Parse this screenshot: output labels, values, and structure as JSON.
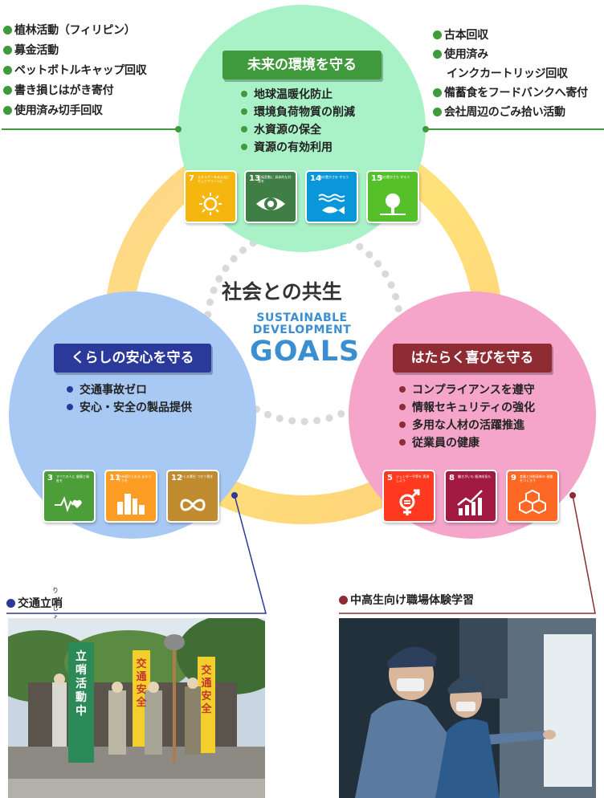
{
  "center": {
    "title": "社会との共生",
    "sdg_line1": "SUSTAINABLE",
    "sdg_line2": "DEVELOPMENT",
    "sdg_goals": "GOALS"
  },
  "top_left_list": [
    "植林活動（フィリピン）",
    "募金活動",
    "ペットボトルキャップ回収",
    "書き損じはがき寄付",
    "使用済み切手回収"
  ],
  "top_right_list": [
    "古本回収",
    "使用済み",
    "インクカートリッジ回収",
    "備蓄食をフードバンクへ寄付",
    "会社周辺のごみ拾い活動"
  ],
  "environment": {
    "title": "未来の環境を守る",
    "items": [
      "地球温暖化防止",
      "環境負荷物質の削減",
      "水資源の保全",
      "資源の有効利用"
    ],
    "color": "#3e9a3a",
    "circle_color": "#a9f2c8",
    "goals": [
      {
        "num": "7",
        "text": "エネルギーをみんなに そしてクリーンに",
        "color": "#f5b70f",
        "icon": "sun-icon"
      },
      {
        "num": "13",
        "text": "気候変動に 具体的な対策を",
        "color": "#3f7e44",
        "icon": "eye-earth-icon"
      },
      {
        "num": "14",
        "text": "海の豊かさを 守ろう",
        "color": "#0a97d9",
        "icon": "fish-icon"
      },
      {
        "num": "15",
        "text": "陸の豊かさも 守ろう",
        "color": "#56c02b",
        "icon": "tree-icon"
      }
    ]
  },
  "life": {
    "title": "くらしの安心を守る",
    "items": [
      "交通事故ゼロ",
      "安心・安全の製品提供"
    ],
    "color": "#2b3a9a",
    "circle_color": "#a9c9f5",
    "goals": [
      {
        "num": "3",
        "text": "すべての人に 健康と福祉を",
        "color": "#4c9f38",
        "icon": "heartbeat-icon"
      },
      {
        "num": "11",
        "text": "住み続けられる まちづくりを",
        "color": "#fd9d24",
        "icon": "city-icon"
      },
      {
        "num": "12",
        "text": "つくる責任 つかう責任",
        "color": "#bf8b2e",
        "icon": "infinity-icon"
      }
    ]
  },
  "work": {
    "title": "はたらく喜びを守る",
    "items": [
      "コンプライアンスを遵守",
      "情報セキュリティの強化",
      "多用な人材の活躍推進",
      "従業員の健康"
    ],
    "color": "#8e2b33",
    "circle_color": "#f5a5c9",
    "goals": [
      {
        "num": "5",
        "text": "ジェンダー平等を 実現しよう",
        "color": "#ff3a21",
        "icon": "gender-icon"
      },
      {
        "num": "8",
        "text": "働きがいも 経済成長も",
        "color": "#a21942",
        "icon": "growth-chart-icon"
      },
      {
        "num": "9",
        "text": "産業と技術革新の 基盤をつくろう",
        "color": "#fd6925",
        "icon": "cubes-icon"
      }
    ]
  },
  "photos": {
    "left_label": "交通立哨",
    "left_ruby": "りっしょう",
    "left_banner1": "立哨活動中",
    "left_banner2": "交通安全",
    "left_banner3": "交通安全",
    "right_label": "中高生向け職場体験学習"
  }
}
